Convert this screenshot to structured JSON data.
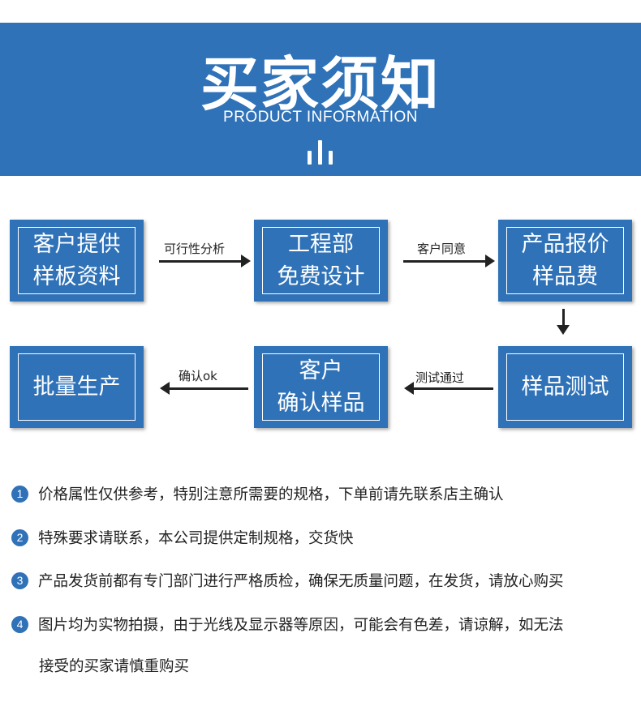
{
  "header": {
    "title": "买家须知",
    "subtitle": "PRODUCT INFORMATION",
    "bars_icon": "bar-chart-icon"
  },
  "colors": {
    "primary": "#2f72b8",
    "text": "#222222",
    "background": "#ffffff"
  },
  "flow": {
    "steps": [
      {
        "lines": [
          "客户提供",
          "样板资料"
        ]
      },
      {
        "lines": [
          "工程部",
          "免费设计"
        ]
      },
      {
        "lines": [
          "产品报价",
          "样品费"
        ]
      },
      {
        "lines": [
          "样品测试"
        ]
      },
      {
        "lines": [
          "客户",
          "确认样品"
        ]
      },
      {
        "lines": [
          "批量生产"
        ]
      }
    ],
    "arrows": [
      "可行性分析",
      "客户同意",
      "",
      "测试通过",
      "确认ok"
    ]
  },
  "notes": [
    {
      "num": "1",
      "text": "价格属性仅供参考，特别注意所需要的规格，下单前请先联系店主确认"
    },
    {
      "num": "2",
      "text": "特殊要求请联系，本公司提供定制规格，交货快"
    },
    {
      "num": "3",
      "text": "产品发货前都有专门部门进行严格质检，确保无质量问题，在发货，请放心购买"
    },
    {
      "num": "4",
      "text": "图片均为实物拍摄，由于光线及显示器等原因，可能会有色差，请谅解，如无法",
      "continuation": "接受的买家请慎重购买"
    }
  ]
}
